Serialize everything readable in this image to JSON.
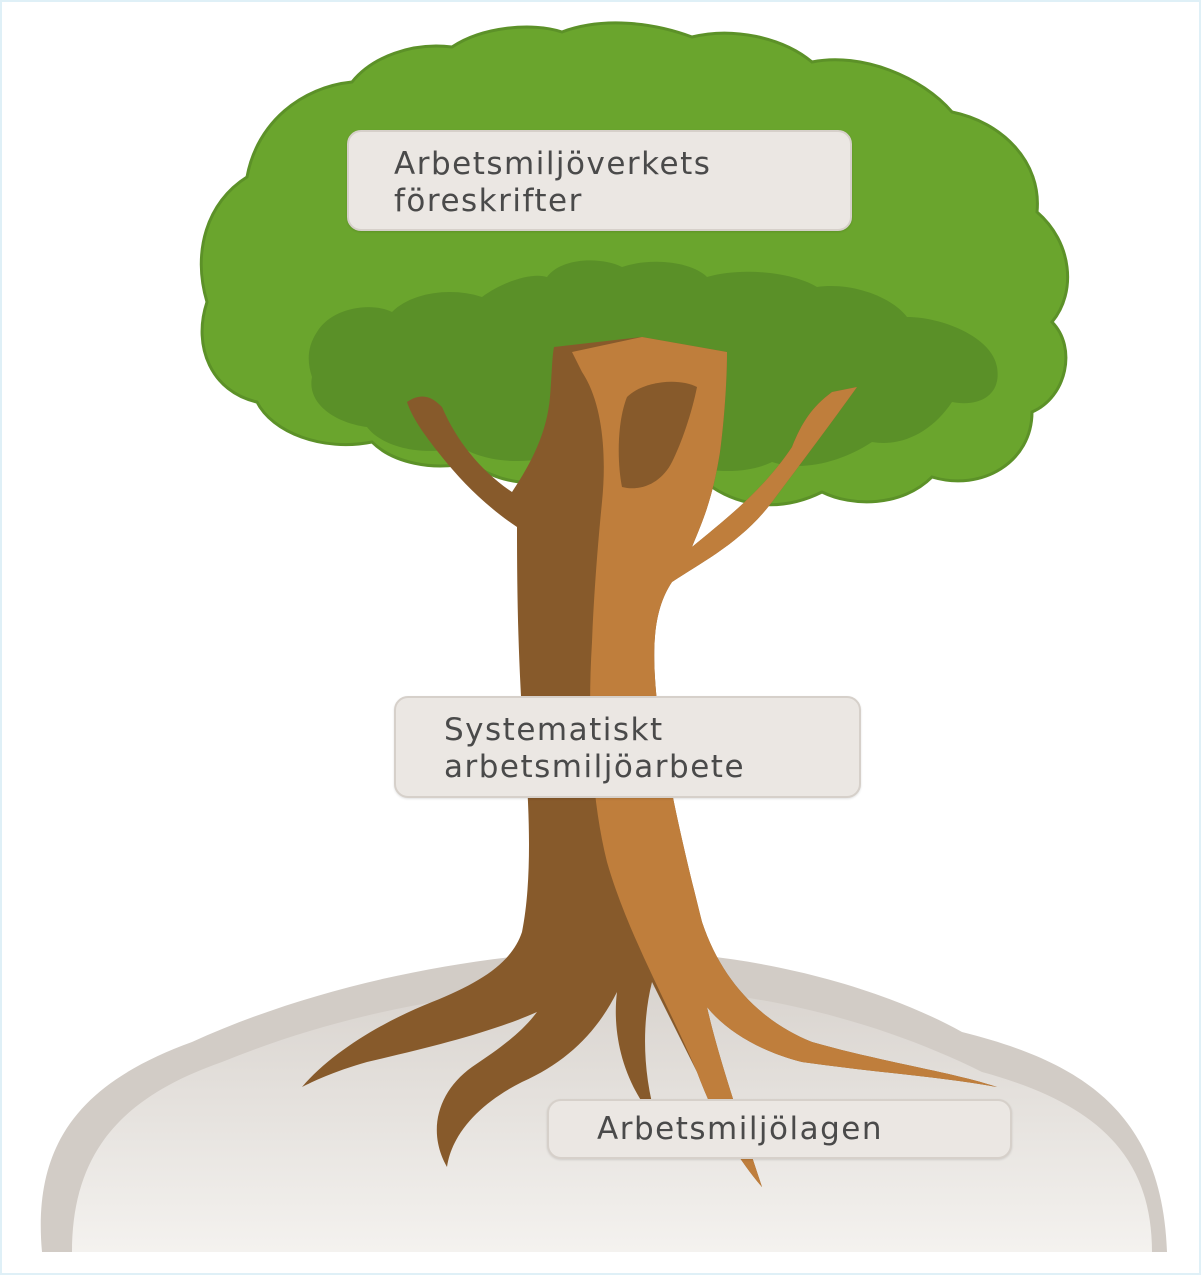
{
  "labels": {
    "top": [
      "Arbetsmiljöverkets",
      "föreskrifter"
    ],
    "middle": [
      "Systematiskt",
      "arbetsmiljöarbete"
    ],
    "bottom": "Arbetsmiljölagen"
  },
  "colors": {
    "canopy_light": "#6aa52d",
    "canopy_dark": "#5a9028",
    "trunk_dark": "#875a2b",
    "trunk_light": "#bf7e3c",
    "ground": "#e4e0dc",
    "label_fill": "#ebe7e3"
  }
}
